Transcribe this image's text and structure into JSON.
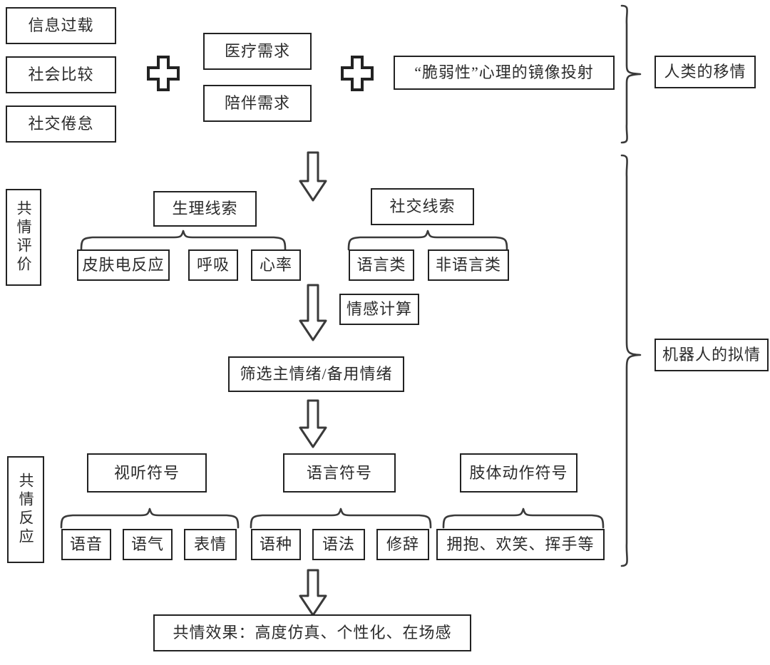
{
  "diagram": {
    "title_semantics": "empathy-evaluation-and-response-flowchart",
    "human_inputs": {
      "group_a": [
        "信息过载",
        "社会比较",
        "社交倦怠"
      ],
      "operator_1": "+",
      "group_b": [
        "医疗需求",
        "陪伴需求"
      ],
      "operator_2": "+",
      "group_c": "“脆弱性”心理的镜像投射",
      "result": "人类的移情"
    },
    "robot_section": {
      "result": "机器人的拟情"
    },
    "stage_labels": {
      "evaluation": "共情评价",
      "response": "共情反应"
    },
    "cues": {
      "physiological": {
        "title": "生理线索",
        "children": [
          "皮肤电反应",
          "呼吸",
          "心率"
        ]
      },
      "social": {
        "title": "社交线索",
        "children": [
          "语言类",
          "非语言类"
        ]
      }
    },
    "processing": {
      "annotation": "情感计算",
      "selector": "筛选主情绪/备用情绪"
    },
    "symbols": [
      {
        "title": "视听符号",
        "children": [
          "语音",
          "语气",
          "表情"
        ]
      },
      {
        "title": "语言符号",
        "children": [
          "语种",
          "语法",
          "修辞"
        ]
      },
      {
        "title": "肢体动作符号",
        "children": [
          "拥抱、欢笑、挥手等"
        ]
      }
    ],
    "outcome": "共情效果：高度仿真、个性化、在场感",
    "colors": {
      "stroke": "#222222",
      "text": "#2b2b2b",
      "background": "#ffffff"
    }
  }
}
